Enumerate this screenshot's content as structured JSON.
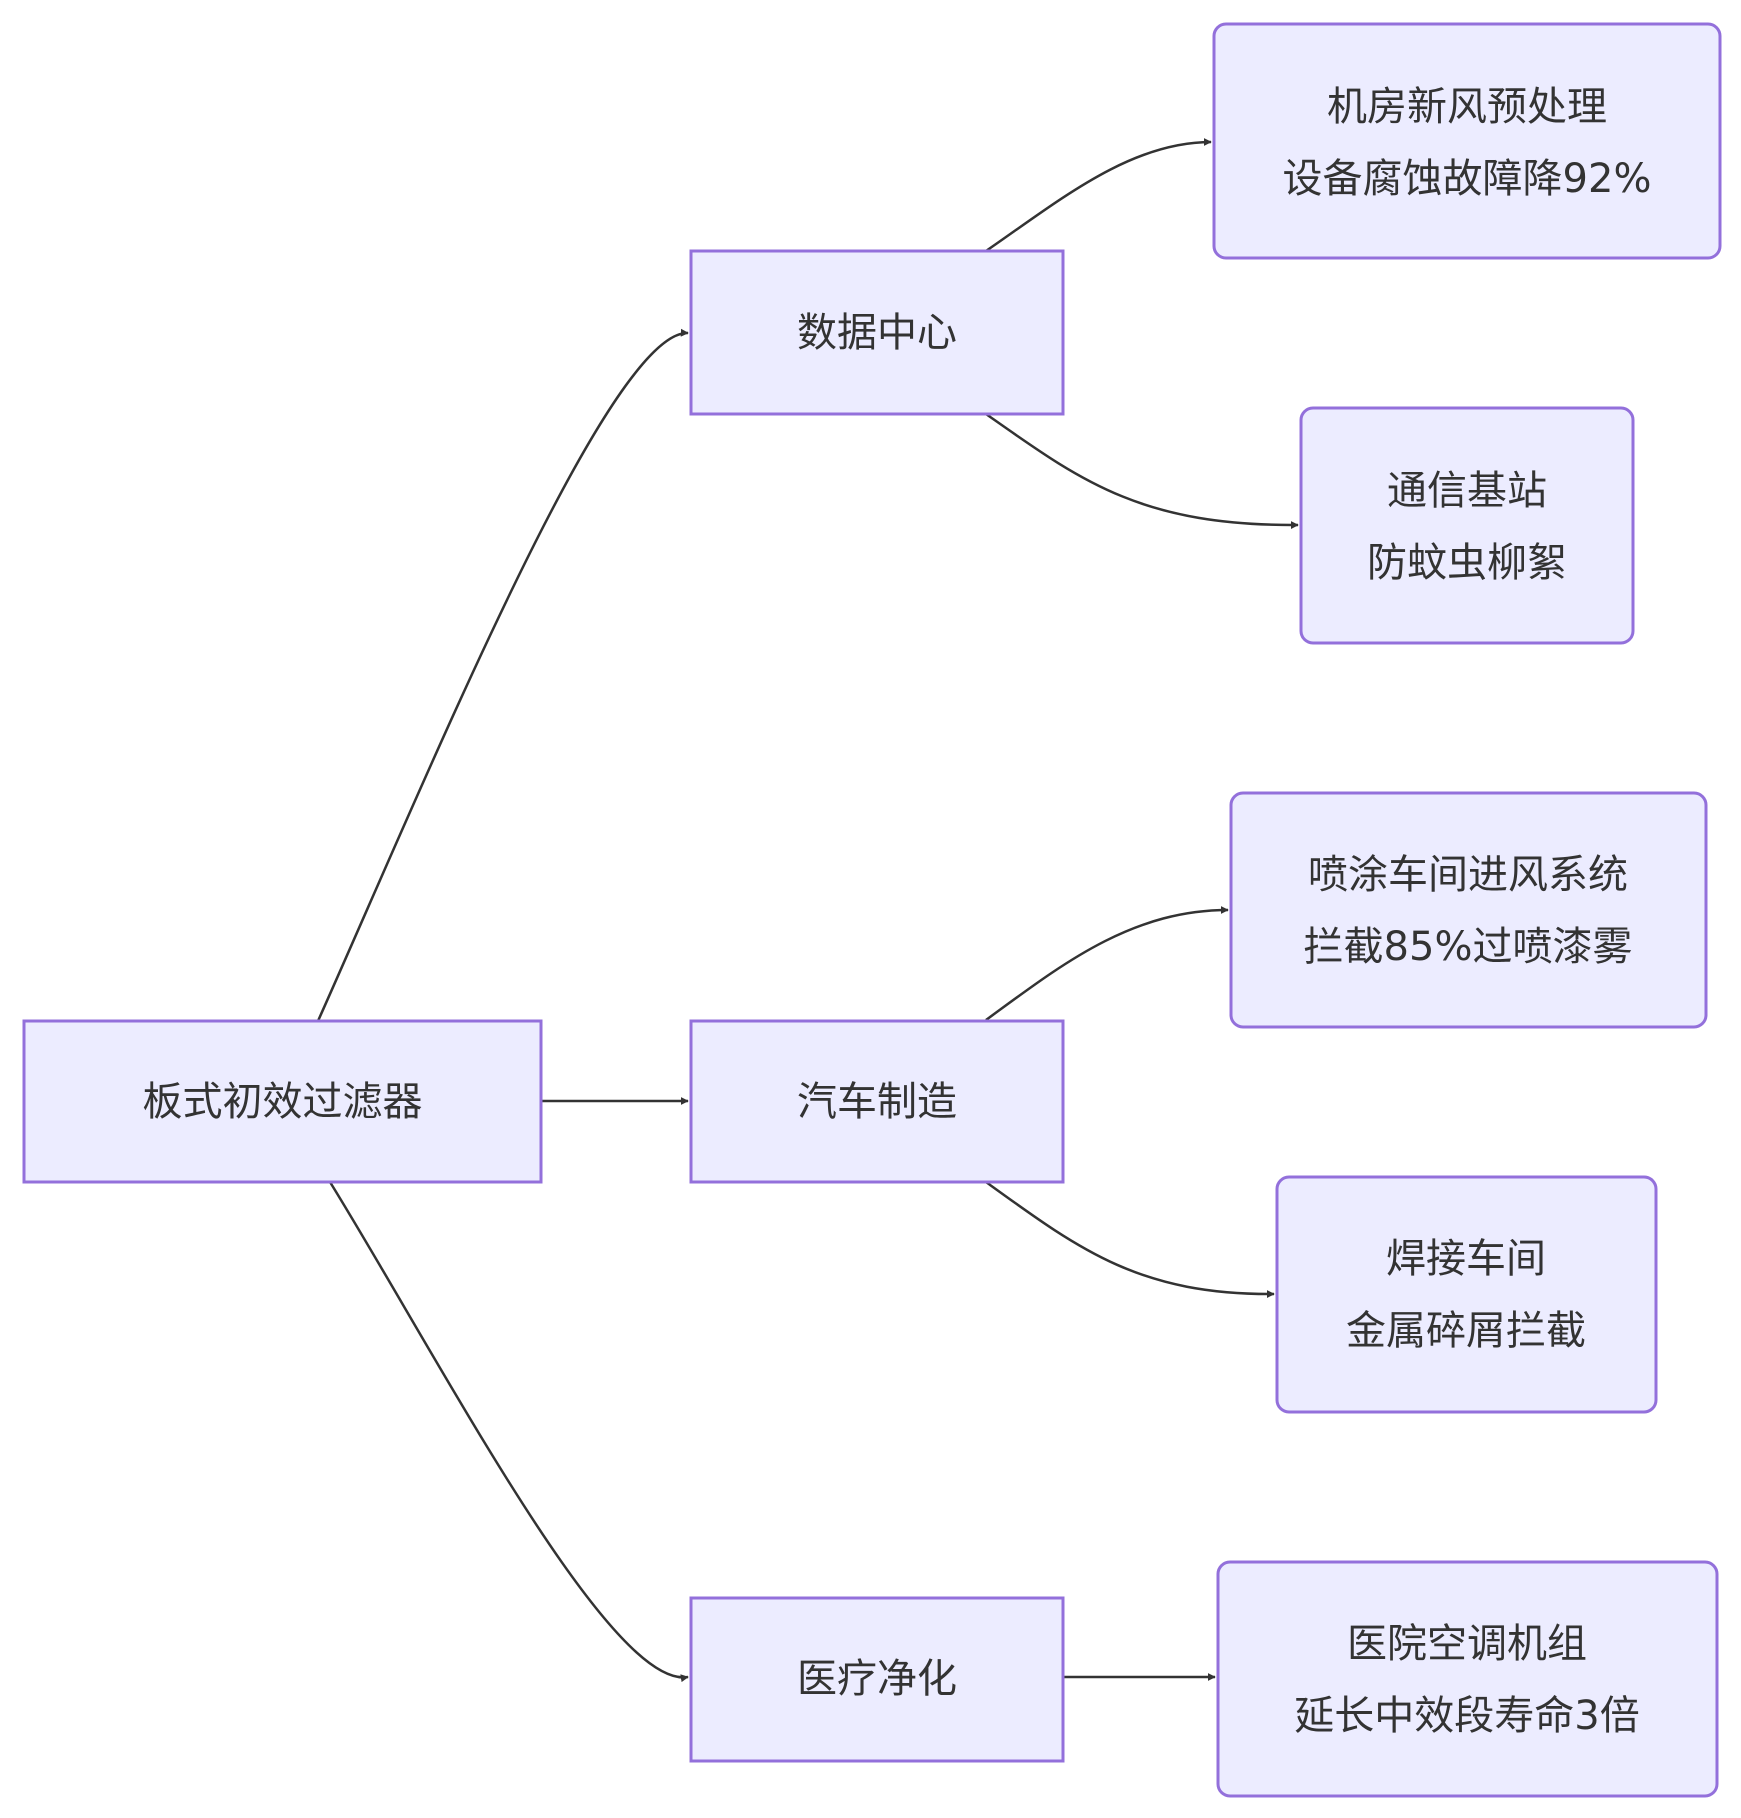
{
  "colors": {
    "node_fill": "#ECECFF",
    "node_stroke": "#9370DB",
    "edge": "#333333",
    "text": "#333333"
  },
  "nodes": {
    "root": {
      "lines": [
        "板式初效过滤器"
      ]
    },
    "datacenter": {
      "lines": [
        "数据中心"
      ]
    },
    "auto": {
      "lines": [
        "汽车制造"
      ]
    },
    "medical": {
      "lines": [
        "医疗净化"
      ]
    },
    "machine_room": {
      "lines": [
        "机房新风预处理",
        "设备腐蚀故障降92%"
      ]
    },
    "telecom": {
      "lines": [
        "通信基站",
        "防蚊虫柳絮"
      ]
    },
    "paint": {
      "lines": [
        "喷涂车间进风系统",
        "拦截85%过喷漆雾"
      ]
    },
    "welding": {
      "lines": [
        "焊接车间",
        "金属碎屑拦截"
      ]
    },
    "hospital_ahu": {
      "lines": [
        "医院空调机组",
        "延长中效段寿命3倍"
      ]
    }
  },
  "edges": [
    {
      "from": "root",
      "to": "datacenter"
    },
    {
      "from": "root",
      "to": "auto"
    },
    {
      "from": "root",
      "to": "medical"
    },
    {
      "from": "datacenter",
      "to": "machine_room"
    },
    {
      "from": "datacenter",
      "to": "telecom"
    },
    {
      "from": "auto",
      "to": "paint"
    },
    {
      "from": "auto",
      "to": "welding"
    },
    {
      "from": "medical",
      "to": "hospital_ahu"
    }
  ]
}
